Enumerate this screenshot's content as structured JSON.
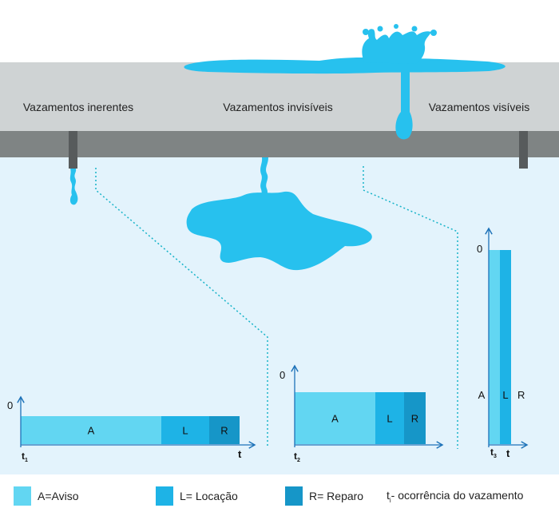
{
  "labels": {
    "inherent": "Vazamentos inerentes",
    "invisible": "Vazamentos invisíveis",
    "visible": "Vazamentos visíveis"
  },
  "colors": {
    "ground": "#cfd3d4",
    "pipe": "#7f8484",
    "subsoil": "#e3f3fc",
    "water": "#27c1ee",
    "aviso": "#62d6f2",
    "locacao": "#1eb3e6",
    "reparo": "#1696c8",
    "axis": "#1d72b8",
    "guide": "#16b3c8"
  },
  "chart_data": [
    {
      "type": "bar",
      "stacked": true,
      "orientation": "horizontal",
      "axis_origin_label": "0",
      "t_label": "t",
      "t_subscript": "1",
      "end_label": "t",
      "segments": [
        {
          "letter": "A",
          "duration": 176
        },
        {
          "letter": "L",
          "duration": 60
        },
        {
          "letter": "R",
          "duration": 38
        }
      ]
    },
    {
      "type": "bar",
      "stacked": true,
      "orientation": "horizontal",
      "axis_origin_label": "0",
      "t_label": "t",
      "t_subscript": "2",
      "end_label": "",
      "segments": [
        {
          "letter": "A",
          "duration": 101
        },
        {
          "letter": "L",
          "duration": 36
        },
        {
          "letter": "R",
          "duration": 27
        }
      ]
    },
    {
      "type": "bar",
      "stacked": true,
      "orientation": "vertical",
      "axis_origin_label": "0",
      "t_label": "t",
      "t_subscript": "3",
      "end_label": "t",
      "segments": [
        {
          "letter": "A",
          "duration": 14
        },
        {
          "letter": "L",
          "duration": 14
        }
      ],
      "side_label": "R"
    }
  ],
  "legend": [
    {
      "key": "aviso",
      "text": "A=Aviso"
    },
    {
      "key": "locacao",
      "text": "L= Locação"
    },
    {
      "key": "reparo",
      "text": "R= Reparo"
    },
    {
      "key": "occ",
      "t": "t",
      "sub": "i",
      "text": "- ocorrência do vazamento"
    }
  ]
}
